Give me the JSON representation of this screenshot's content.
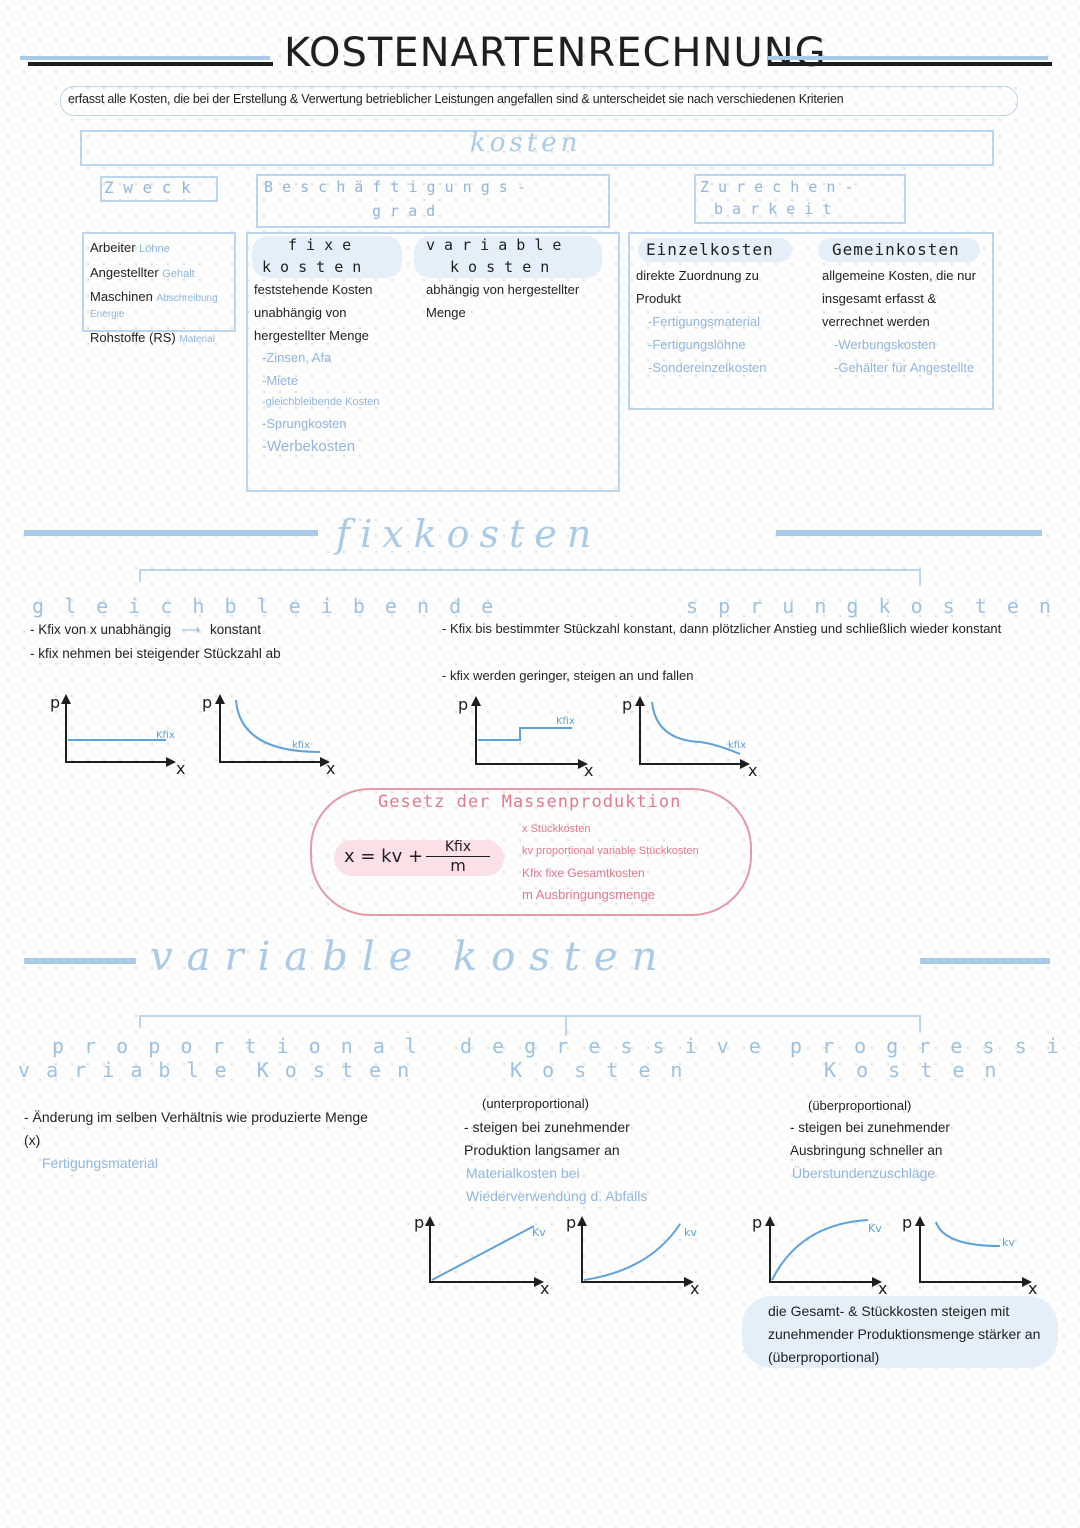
{
  "title": "KOSTENARTENRECHNUNG",
  "subtitle": "erfasst alle Kosten, die bei der Erstellung & Verwertung betrieblicher Leistungen angefallen sind & unterscheidet sie nach verschiedenen Kriterien",
  "kosten_heading": "kosten",
  "zweck": {
    "heading": "Z w e c k",
    "rows": [
      {
        "label": "Arbeiter",
        "note": "Löhne"
      },
      {
        "label": "Angestellter",
        "note": "Gehalt"
      },
      {
        "label": "Maschinen",
        "note": "Abschreibung Energie"
      },
      {
        "label": "Rohstoffe (RS)",
        "note": "Material"
      }
    ]
  },
  "beschaeftigung": {
    "heading_1": "B e s c h ä f t i g u n g s -",
    "heading_2": "g r a d",
    "fixe_title_1": "f i x e",
    "fixe_title_2": "k o s t e n",
    "fixe_text": "feststehende Kosten unabhängig von hergestellter Menge",
    "fixe_examples": [
      "-Zinsen, Afa",
      "-Miete",
      "-gleichbleibende Kosten",
      "-Sprungkosten",
      "-Werbekosten"
    ],
    "variable_title_1": "v a r i a b l e",
    "variable_title_2": "k o s t e n",
    "variable_text": "abhängig von hergestellter Menge"
  },
  "zurechenbarkeit": {
    "heading_1": "Z u r e c h e n -",
    "heading_2": "b a r k e i t",
    "einzel_title": "Einzelkosten",
    "einzel_text": "direkte Zuordnung zu Produkt",
    "einzel_examples": [
      "-Fertigungsmaterial",
      "-Fertigungslöhne",
      "-Sondereinzelkosten"
    ],
    "gemein_title": "Gemeinkosten",
    "gemein_text": "allgemeine Kosten, die nur insgesamt erfasst & verrechnet werden",
    "gemein_examples": [
      "-Werbungskosten",
      "-Gehälter für Angestellte"
    ]
  },
  "fixkosten": {
    "heading": "fixkosten",
    "gleich_title": "g l e i c h b l e i b e n d e",
    "gleich_line1_a": "- Kfix von x unabhängig",
    "gleich_line1_b": "konstant",
    "gleich_line2": "- kfix nehmen bei steigender Stückzahl ab",
    "sprung_title": "s p r u n g k o s t e n",
    "sprung_line1": "- Kfix bis bestimmter Stückzahl konstant, dann plötzlicher Anstieg und schließlich wieder konstant",
    "sprung_line2": "- kfix werden geringer, steigen an und fallen",
    "graph_labels": {
      "p": "p",
      "x": "x",
      "Kfix": "Kfix",
      "kfix": "kfix"
    }
  },
  "gesetz": {
    "title": "Gesetz der Massenproduktion",
    "formula_left": "x = kv +",
    "formula_num": "Kfix",
    "formula_den": "m",
    "legend": [
      "x  Stückkosten",
      "kv  proportional variable Stückkosten",
      "Kfix  fixe Gesamtkosten",
      "m  Ausbringungsmenge"
    ]
  },
  "variable_kosten": {
    "heading": "variable kosten",
    "prop_title_1": "p r o p o r t i o n a l",
    "prop_title_2": "v a r i a b l e  K o s t e n",
    "prop_text": "- Änderung im selben Verhältnis wie produzierte Menge (x)",
    "prop_example": "Fertigungsmaterial",
    "deg_title_1": "d e g r e s s i v e",
    "deg_title_2": "K o s t e n",
    "deg_text_1": "(unterproportional)",
    "deg_text_2": "- steigen bei zunehmender Produktion langsamer an",
    "deg_example": "Materialkosten bei Wiederverwendung d. Abfalls",
    "prog_title_1": "p r o g r e s s i v e",
    "prog_title_2": "K o s t e n",
    "prog_text_1": "(überproportional)",
    "prog_text_2": "- steigen bei zunehmender Ausbringung schneller an",
    "prog_example": "Überstundenzuschläge",
    "prog_note": "die Gesamt- & Stückkosten steigen mit zunehmender Produktionsmenge stärker an (überproportional)",
    "graph_labels": {
      "p": "p",
      "x": "x",
      "Kv": "Kv",
      "kv": "kv"
    }
  },
  "colors": {
    "accent_blue": "#a9cbe8",
    "dark": "#1e1e1e",
    "pink": "#e07a8c",
    "note_blue": "#90b6dc"
  }
}
